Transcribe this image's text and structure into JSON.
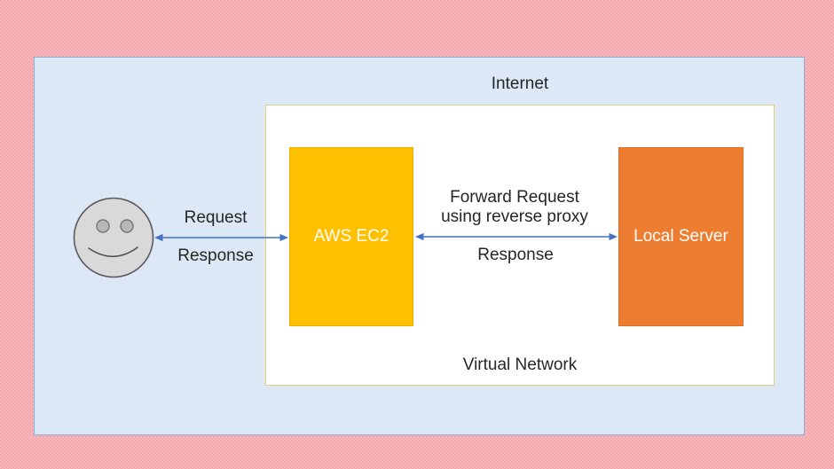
{
  "labels": {
    "internet": "Internet",
    "virtual_network": "Virtual Network",
    "request": "Request",
    "response_user": "Response",
    "forward_request": "Forward Request using reverse proxy",
    "response_proxy": "Response"
  },
  "nodes": {
    "aws_ec2": "AWS EC2",
    "local_server": "Local Server"
  },
  "icons": {
    "user": "smiley-face-icon",
    "arrow_style": "double-headed-arrow"
  },
  "colors": {
    "canvas-pink-a": "#f3a6ae",
    "canvas-pink-b": "#f7b8be",
    "internet-fill": "#dce8f5",
    "internet-border": "#8aafd7",
    "vnet-fill": "#ffffff",
    "vnet-border": "#e5cf7c",
    "ec2-fill": "#ffc000",
    "ec2-border": "#eaae00",
    "server-fill": "#ed7d31",
    "server-border": "#e06f1f",
    "arrow": "#4472c4",
    "text": "#262626",
    "box-text": "#ffffff",
    "face-fill": "#d9d9d9",
    "face-stroke": "#595959"
  }
}
